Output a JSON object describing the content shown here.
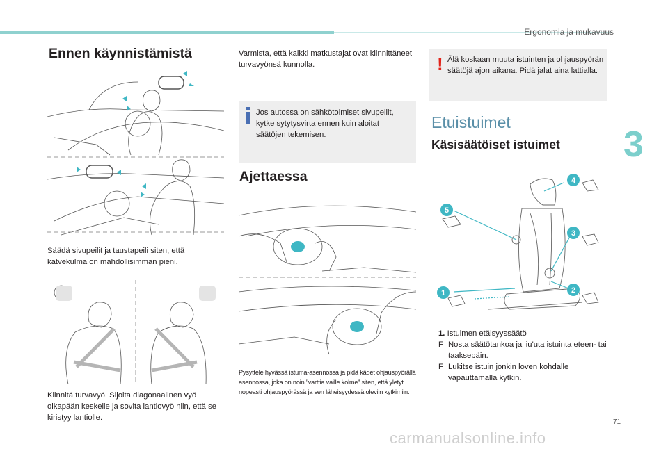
{
  "header": {
    "section_title": "Ergonomia ja mukavuus"
  },
  "chapter_number": "3",
  "page_number": "71",
  "watermark": "carmanualsonline.info",
  "col1": {
    "title": "Ennen käynnistämistä",
    "mirrors_text": "Säädä sivupeilit ja taustapeili siten, että katvekulma on mahdollisimman pieni.",
    "belt_text": "Kiinnitä turvavyö. Sijoita diagonaalinen vyö olkapään keskelle ja sovita lantiovyö niin, että se kiristyy lantiolle."
  },
  "col2": {
    "intro_text": "Varmista, että kaikki matkustajat ovat kiinnittäneet turvavyönsä kunnolla.",
    "info_text": "Jos autossa on sähkötoimiset sivupeilit, kytke sytytysvirta ennen kuin aloitat säätöjen tekemisen.",
    "driving_title": "Ajettaessa",
    "caption": "Pysyttele hyvässä istuma-asennossa ja pidä kädet ohjauspyörällä asennossa, joka on noin ”varttia vaille kolme” siten, että yletyt nopeasti ohjauspyörässä ja sen läheisyydessä oleviin kytkimiin."
  },
  "col3": {
    "warning_text": "Älä koskaan muuta istuinten ja ohjauspyörän säätöjä ajon aikana. Pidä jalat aina lattialla.",
    "front_seats_title": "Etuistuimet",
    "manual_seats_title": "Käsisäätöiset istuimet",
    "callouts": [
      "1",
      "2",
      "3",
      "4",
      "5"
    ],
    "item1_title": "Istuimen etäisyyssäätö",
    "item1_number": "1.",
    "bullets": [
      "Nosta säätötankoa ja liu'uta istuinta eteen- tai taaksepäin.",
      "Lukitse istuin jonkin loven kohdalle vapauttamalla kytkin."
    ],
    "bullet_symbol": "F"
  },
  "colors": {
    "accent": "#7ccfcc",
    "warning": "#e2231a",
    "info": "#4a6fb3",
    "callout": "#3fb7c4"
  }
}
